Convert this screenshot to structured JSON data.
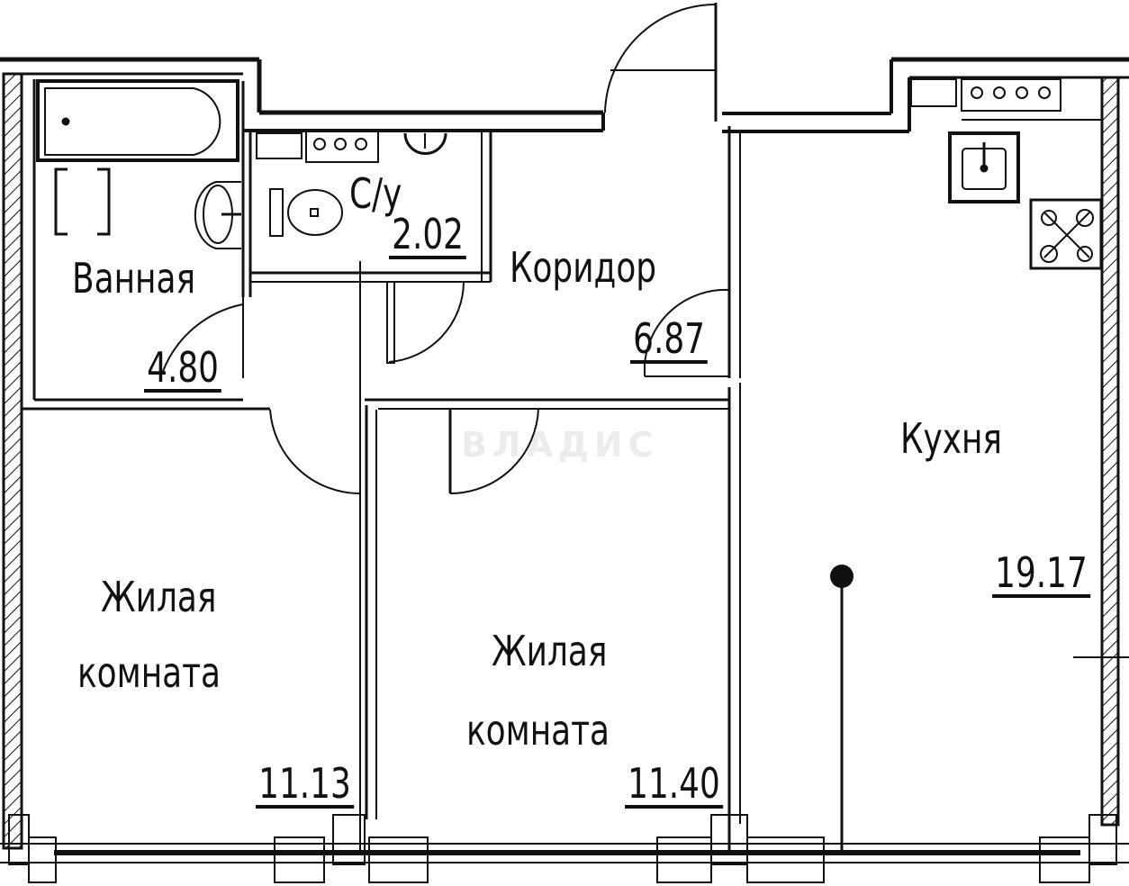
{
  "plan": {
    "type": "apartment floor plan",
    "watermark": "ВЛАДИС",
    "rooms": [
      {
        "id": "bathroom",
        "name": "Ванная",
        "area": "4.80"
      },
      {
        "id": "wc",
        "name": "С/у",
        "area": "2.02"
      },
      {
        "id": "corridor",
        "name": "Коридор",
        "area": "6.87"
      },
      {
        "id": "kitchen",
        "name": "Кухня",
        "area": "19.17"
      },
      {
        "id": "living-room-1",
        "name_line1": "Жилая",
        "name_line2": "комната",
        "area": "11.13"
      },
      {
        "id": "living-room-2",
        "name_line1": "Жилая",
        "name_line2": "комната",
        "area": "11.40"
      }
    ],
    "colors": {
      "lines": "#111111",
      "background": "#ffffff",
      "watermark": "#ececec"
    }
  }
}
